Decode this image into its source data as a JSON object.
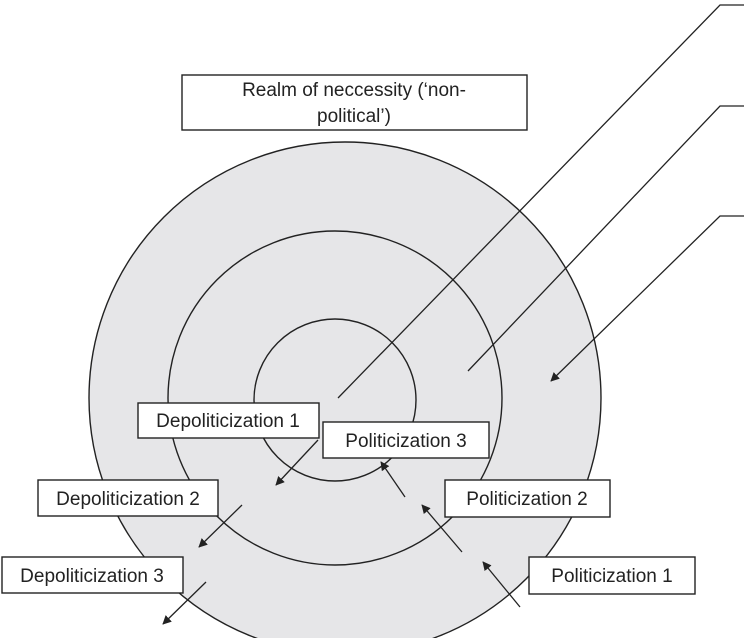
{
  "realm_label": {
    "line1": "Realm of neccessity (‘non-",
    "line2": "political’)"
  },
  "labels": {
    "depoliticization_1": "Depoliticization 1",
    "depoliticization_2": "Depoliticization 2",
    "depoliticization_3": "Depoliticization 3",
    "politicization_1": "Politicization 1",
    "politicization_2": "Politicization 2",
    "politicization_3": "Politicization 3"
  },
  "colors": {
    "ring_fill": "#e6e6e8",
    "stroke": "#222222",
    "background": "#ffffff"
  }
}
